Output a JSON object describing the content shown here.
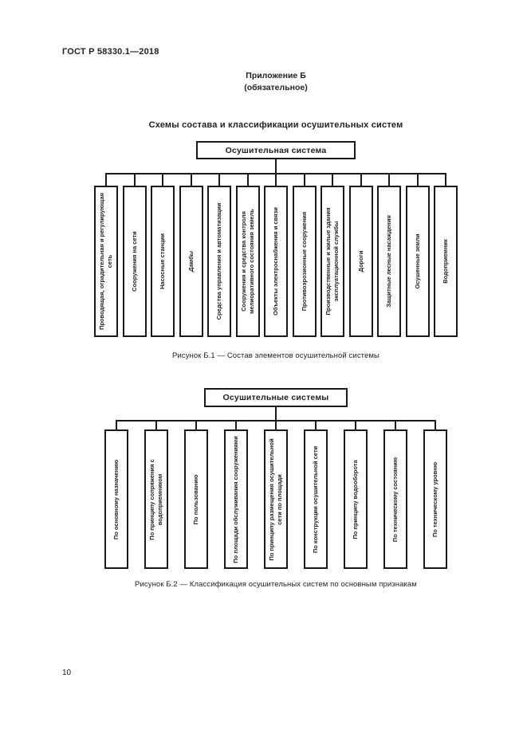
{
  "page": {
    "header": "ГОСТ Р 58330.1—2018",
    "appendix_title": "Приложение Б",
    "appendix_subtitle": "(обязательное)",
    "section_title": "Схемы состава и классификации осушительных систем",
    "page_number": "10"
  },
  "colors": {
    "paper": "#ffffff",
    "ink": "#222222"
  },
  "figure_b1": {
    "root": "Осушительная система",
    "children": [
      "Проводящая, оградительная и регулирующая сеть",
      "Сооружения на сети",
      "Насосные станции",
      "Дамбы",
      "Средства управления и автоматизации",
      "Сооружения и средства контроля мелиоративного состояния земель",
      "Объекты электроснабжения и связи",
      "Противоэрозионные сооружения",
      "Производственные и жилые здания эксплуатационной службы",
      "Дороги",
      "Защитные лесные насаждения",
      "Осушенные земли",
      "Водоприемник"
    ],
    "caption": "Рисунок Б.1 — Состав элементов осушительной системы"
  },
  "figure_b2": {
    "root": "Осушительные системы",
    "children": [
      "По основному назначению",
      "По принципу сопряжения с водоприемником",
      "По пользованию",
      "По площади обслуживания сооружениями",
      "По принципу размещения осушительной сети по площади",
      "По конструкции осушительной сети",
      "По принципу водооборота",
      "По техническому состоянию",
      "По техническому уровню"
    ],
    "caption": "Рисунок Б.2 — Классификация осушительных систем по основным признакам"
  }
}
